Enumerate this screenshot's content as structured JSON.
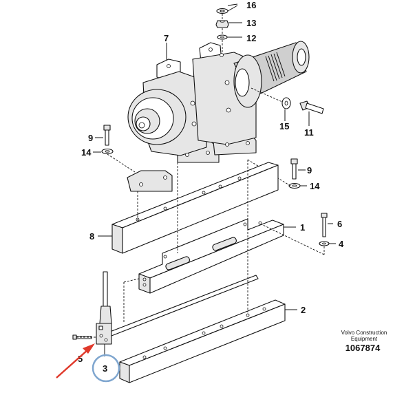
{
  "callouts": [
    {
      "id": "16",
      "text": "16"
    },
    {
      "id": "13",
      "text": "13"
    },
    {
      "id": "12",
      "text": "12"
    },
    {
      "id": "7",
      "text": "7"
    },
    {
      "id": "15",
      "text": "15"
    },
    {
      "id": "11",
      "text": "11"
    },
    {
      "id": "9a",
      "text": "9"
    },
    {
      "id": "14a",
      "text": "14"
    },
    {
      "id": "9b",
      "text": "9"
    },
    {
      "id": "14b",
      "text": "14"
    },
    {
      "id": "8",
      "text": "8"
    },
    {
      "id": "1",
      "text": "1"
    },
    {
      "id": "6",
      "text": "6"
    },
    {
      "id": "4",
      "text": "4"
    },
    {
      "id": "2",
      "text": "2"
    },
    {
      "id": "5",
      "text": "5"
    },
    {
      "id": "3",
      "text": "3"
    }
  ],
  "credit": {
    "line1": "Volvo Construction",
    "line2": "Equipment",
    "doc_number": "1067874"
  },
  "highlight": {
    "target": "3",
    "circle_color": "#7fa6cf",
    "arrow_color": "#e0392b"
  }
}
